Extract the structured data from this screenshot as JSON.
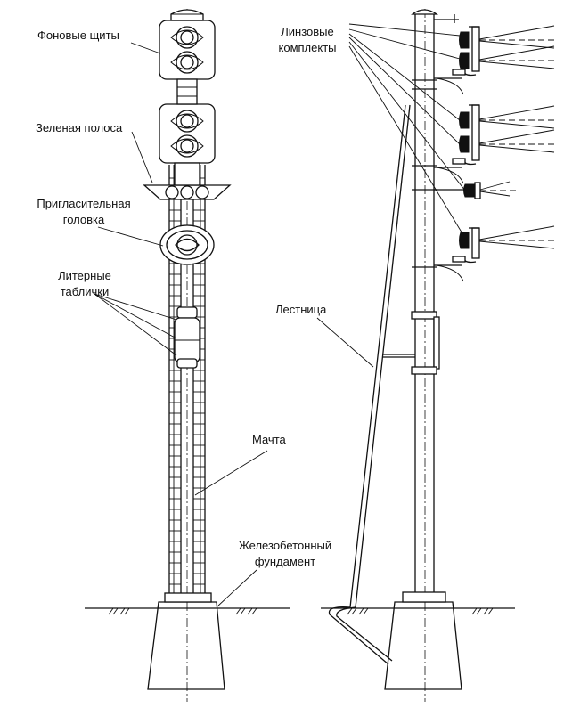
{
  "labels": {
    "background_shields": "Фоновые щиты",
    "green_stripe": "Зеленая полоса",
    "invitation_head_line1": "Пригласительная",
    "invitation_head_line2": "головка",
    "letter_plates_line1": "Литерные",
    "letter_plates_line2": "таблички",
    "mast": "Мачта",
    "foundation_line1": "Железобетонный",
    "foundation_line2": "фундамент",
    "lens_sets_line1": "Линзовые",
    "lens_sets_line2": "комплекты",
    "ladder": "Лестница"
  },
  "ground_hatch": "///"
}
